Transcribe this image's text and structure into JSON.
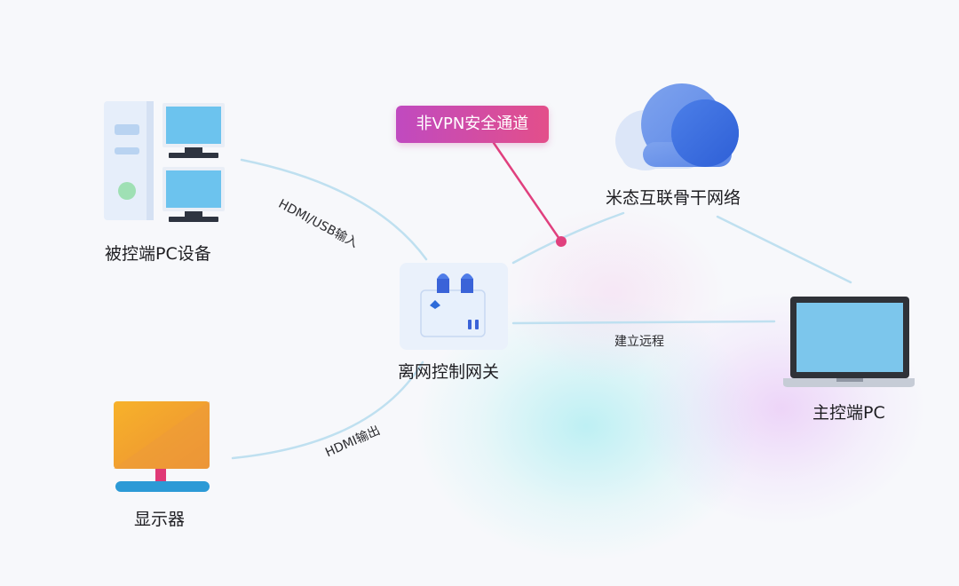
{
  "nodes": {
    "controlled_pc": {
      "label": "被控端PC设备"
    },
    "gateway": {
      "label": "离网控制网关"
    },
    "cloud": {
      "label": "米态互联骨干网络"
    },
    "master_pc": {
      "label": "主控端PC"
    },
    "display": {
      "label": "显示器"
    }
  },
  "links": {
    "hdmi_usb_in": {
      "label": "HDMI/USB输入"
    },
    "hdmi_out": {
      "label": "HDMI输出"
    },
    "remote": {
      "label": "建立远程"
    }
  },
  "callout": {
    "label": "非VPN安全通道"
  },
  "colors": {
    "link_line": "#bfe0f0",
    "callout_pink": "#e0407e",
    "cloud_dark": "#3b6ee0",
    "cloud_light": "#6b95ea",
    "monitor_orange": "#f0a62a",
    "monitor_stand": "#2c9ad6"
  }
}
